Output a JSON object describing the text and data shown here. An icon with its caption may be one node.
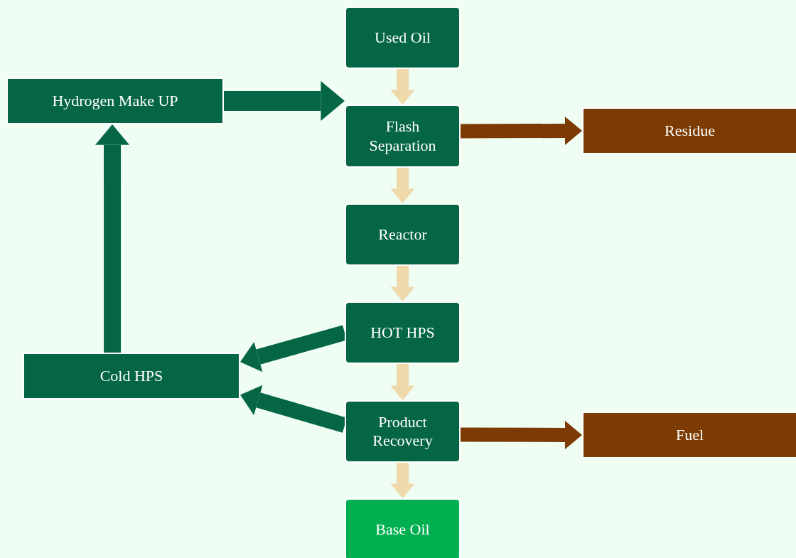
{
  "diagram": {
    "nodes": [
      {
        "text": [
          "Used Oil"
        ]
      },
      {
        "text": [
          "Hydrogen Make UP"
        ]
      },
      {
        "text": [
          "Flash Separation"
        ]
      },
      {
        "text": [
          "Residue"
        ]
      },
      {
        "text": [
          "Reactor"
        ]
      },
      {
        "text": [
          "HOT HPS"
        ]
      },
      {
        "text": [
          "Cold HPS"
        ]
      },
      {
        "text": [
          "Product Recovery"
        ]
      },
      {
        "text": [
          "Fuel"
        ]
      },
      {
        "text": [
          "Base Oil"
        ]
      }
    ],
    "edges": [
      {
        "from": 0,
        "to": 2,
        "arrow": "to"
      },
      {
        "from": 1,
        "to": 2,
        "arrow": "to",
        "color": "#056645"
      },
      {
        "from": 2,
        "to": 3,
        "arrow": "to",
        "color": "#7b3b03"
      },
      {
        "from": 2,
        "to": 4,
        "arrow": "to"
      },
      {
        "from": 4,
        "to": 5,
        "arrow": "to"
      },
      {
        "from": 5,
        "to": 6,
        "arrow": "to",
        "color": "#056645"
      },
      {
        "from": 5,
        "to": 7,
        "arrow": "to"
      },
      {
        "from": 7,
        "to": 6,
        "arrow": "to",
        "color": "#056645"
      },
      {
        "from": 6,
        "to": 1,
        "arrow": "to",
        "color": "#056645"
      },
      {
        "from": 7,
        "to": 8,
        "arrow": "to",
        "color": "#7b3b03"
      },
      {
        "from": 7,
        "to": 9,
        "arrow": "to"
      }
    ]
  }
}
